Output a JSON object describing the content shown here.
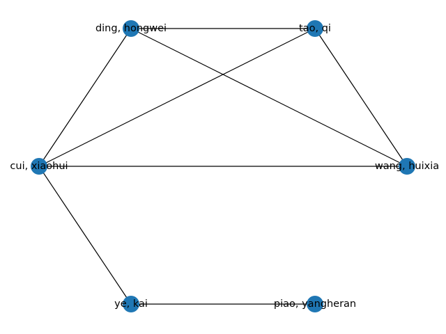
{
  "graph": {
    "nodes": [
      {
        "id": "ding",
        "label": "ding, hongwei"
      },
      {
        "id": "tao",
        "label": "tao, qi"
      },
      {
        "id": "cui",
        "label": "cui, xiaohui"
      },
      {
        "id": "wang",
        "label": "wang, huixia"
      },
      {
        "id": "ye",
        "label": "ye, kai"
      },
      {
        "id": "piao",
        "label": "piao, yangheran"
      }
    ],
    "edges": [
      {
        "source": "ding",
        "target": "tao"
      },
      {
        "source": "ding",
        "target": "cui"
      },
      {
        "source": "ding",
        "target": "wang"
      },
      {
        "source": "tao",
        "target": "cui"
      },
      {
        "source": "tao",
        "target": "wang"
      },
      {
        "source": "cui",
        "target": "wang"
      },
      {
        "source": "cui",
        "target": "ye"
      },
      {
        "source": "ye",
        "target": "piao"
      }
    ],
    "node_color": "#1f77b4",
    "edge_color": "#000000"
  }
}
